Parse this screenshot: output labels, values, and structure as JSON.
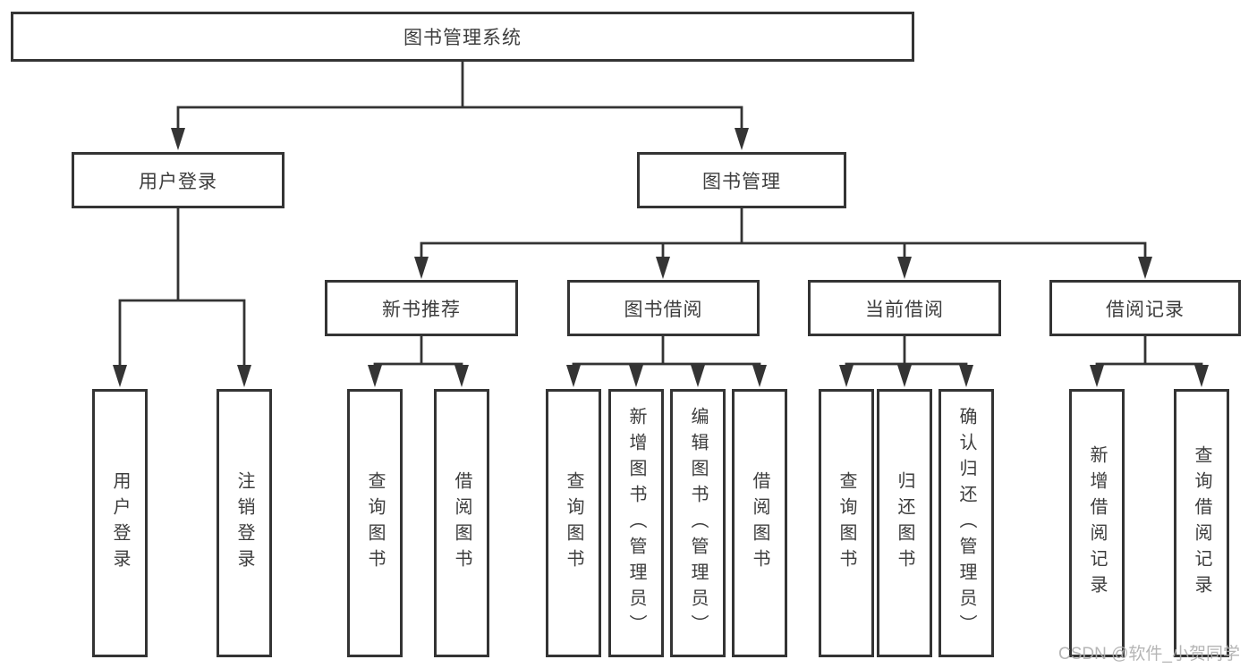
{
  "diagram": {
    "colors": {
      "line": "#343434",
      "box_border": "#343434",
      "text": "#3d3d3d",
      "watermark": "#afafaf",
      "background": "#ffffff"
    },
    "nodes": {
      "root": {
        "label": "图书管理系统"
      },
      "user_login": {
        "label": "用户登录"
      },
      "book_mgmt": {
        "label": "图书管理"
      },
      "new_book_rec": {
        "label": "新书推荐"
      },
      "book_borrow": {
        "label": "图书借阅"
      },
      "current_borrow": {
        "label": "当前借阅"
      },
      "borrow_record": {
        "label": "借阅记录"
      },
      "ul_login": {
        "label": "用户登录"
      },
      "ul_logout": {
        "label": "注销登录"
      },
      "nb_query": {
        "label": "查询图书"
      },
      "nb_borrow": {
        "label": "借阅图书"
      },
      "bb_query": {
        "label": "查询图书"
      },
      "bb_add": {
        "label": "新增图书（管理员）"
      },
      "bb_edit": {
        "label": "编辑图书（管理员）"
      },
      "bb_borrow": {
        "label": "借阅图书"
      },
      "cb_query": {
        "label": "查询图书"
      },
      "cb_return": {
        "label": "归还图书"
      },
      "cb_confirm": {
        "label": "确认归还（管理员）"
      },
      "br_add": {
        "label": "新增借阅记录"
      },
      "br_query": {
        "label": "查询借阅记录"
      }
    },
    "edges": [
      {
        "from": "图书管理系统",
        "to": [
          "用户登录",
          "图书管理"
        ]
      },
      {
        "from": "用户登录",
        "to": [
          "用户登录",
          "注销登录"
        ]
      },
      {
        "from": "图书管理",
        "to": [
          "新书推荐",
          "图书借阅",
          "当前借阅",
          "借阅记录"
        ]
      },
      {
        "from": "新书推荐",
        "to": [
          "查询图书",
          "借阅图书"
        ]
      },
      {
        "from": "图书借阅",
        "to": [
          "查询图书",
          "新增图书（管理员）",
          "编辑图书（管理员）",
          "借阅图书"
        ]
      },
      {
        "from": "当前借阅",
        "to": [
          "查询图书",
          "归还图书",
          "确认归还（管理员）"
        ]
      },
      {
        "from": "借阅记录",
        "to": [
          "新增借阅记录",
          "查询借阅记录"
        ]
      }
    ],
    "watermark": {
      "text": "CSDN @软件_小贺同学"
    }
  }
}
